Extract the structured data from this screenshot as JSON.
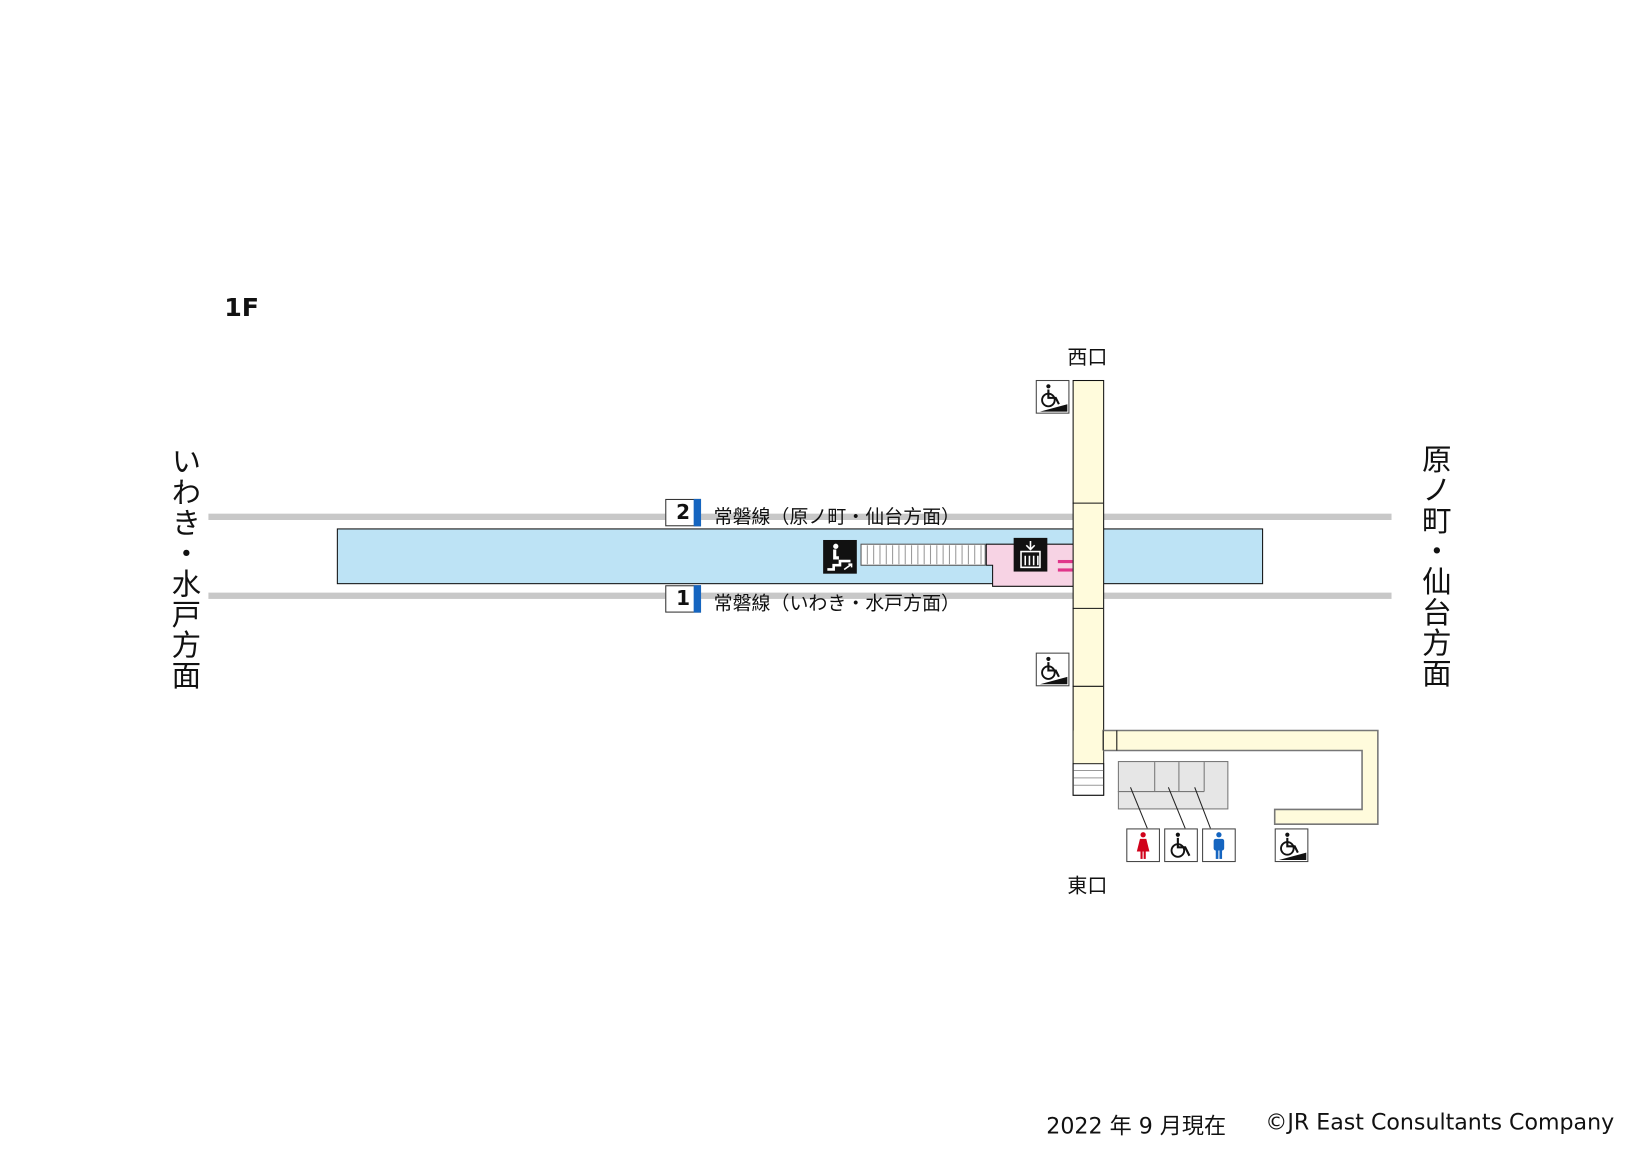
{
  "floor_label": "1F",
  "directions": {
    "left": "いわき・水戸方面",
    "right": "原ノ町・仙台方面"
  },
  "platforms": [
    {
      "number": "2",
      "label": "常磐線（原ノ町・仙台方面）"
    },
    {
      "number": "1",
      "label": "常磐線（いわき・水戸方面）"
    }
  ],
  "exits": {
    "west": "西口",
    "east": "東口"
  },
  "facilities": [
    "stairs-icon",
    "elevator-icon",
    "wheelchair-ramp-icon",
    "womens-toilet-icon",
    "accessible-toilet-icon",
    "mens-toilet-icon"
  ],
  "colors": {
    "platform": "#bde3f5",
    "concourse": "#fffbdc",
    "elevator_area": "#f7d3e4",
    "track": "#c8c8c8",
    "line_bar": "#1565c0",
    "women": "#d0021b",
    "men": "#1565c0"
  },
  "footer": {
    "date": "2022 年 9 月現在",
    "copyright": "©JR East Consultants Company"
  }
}
